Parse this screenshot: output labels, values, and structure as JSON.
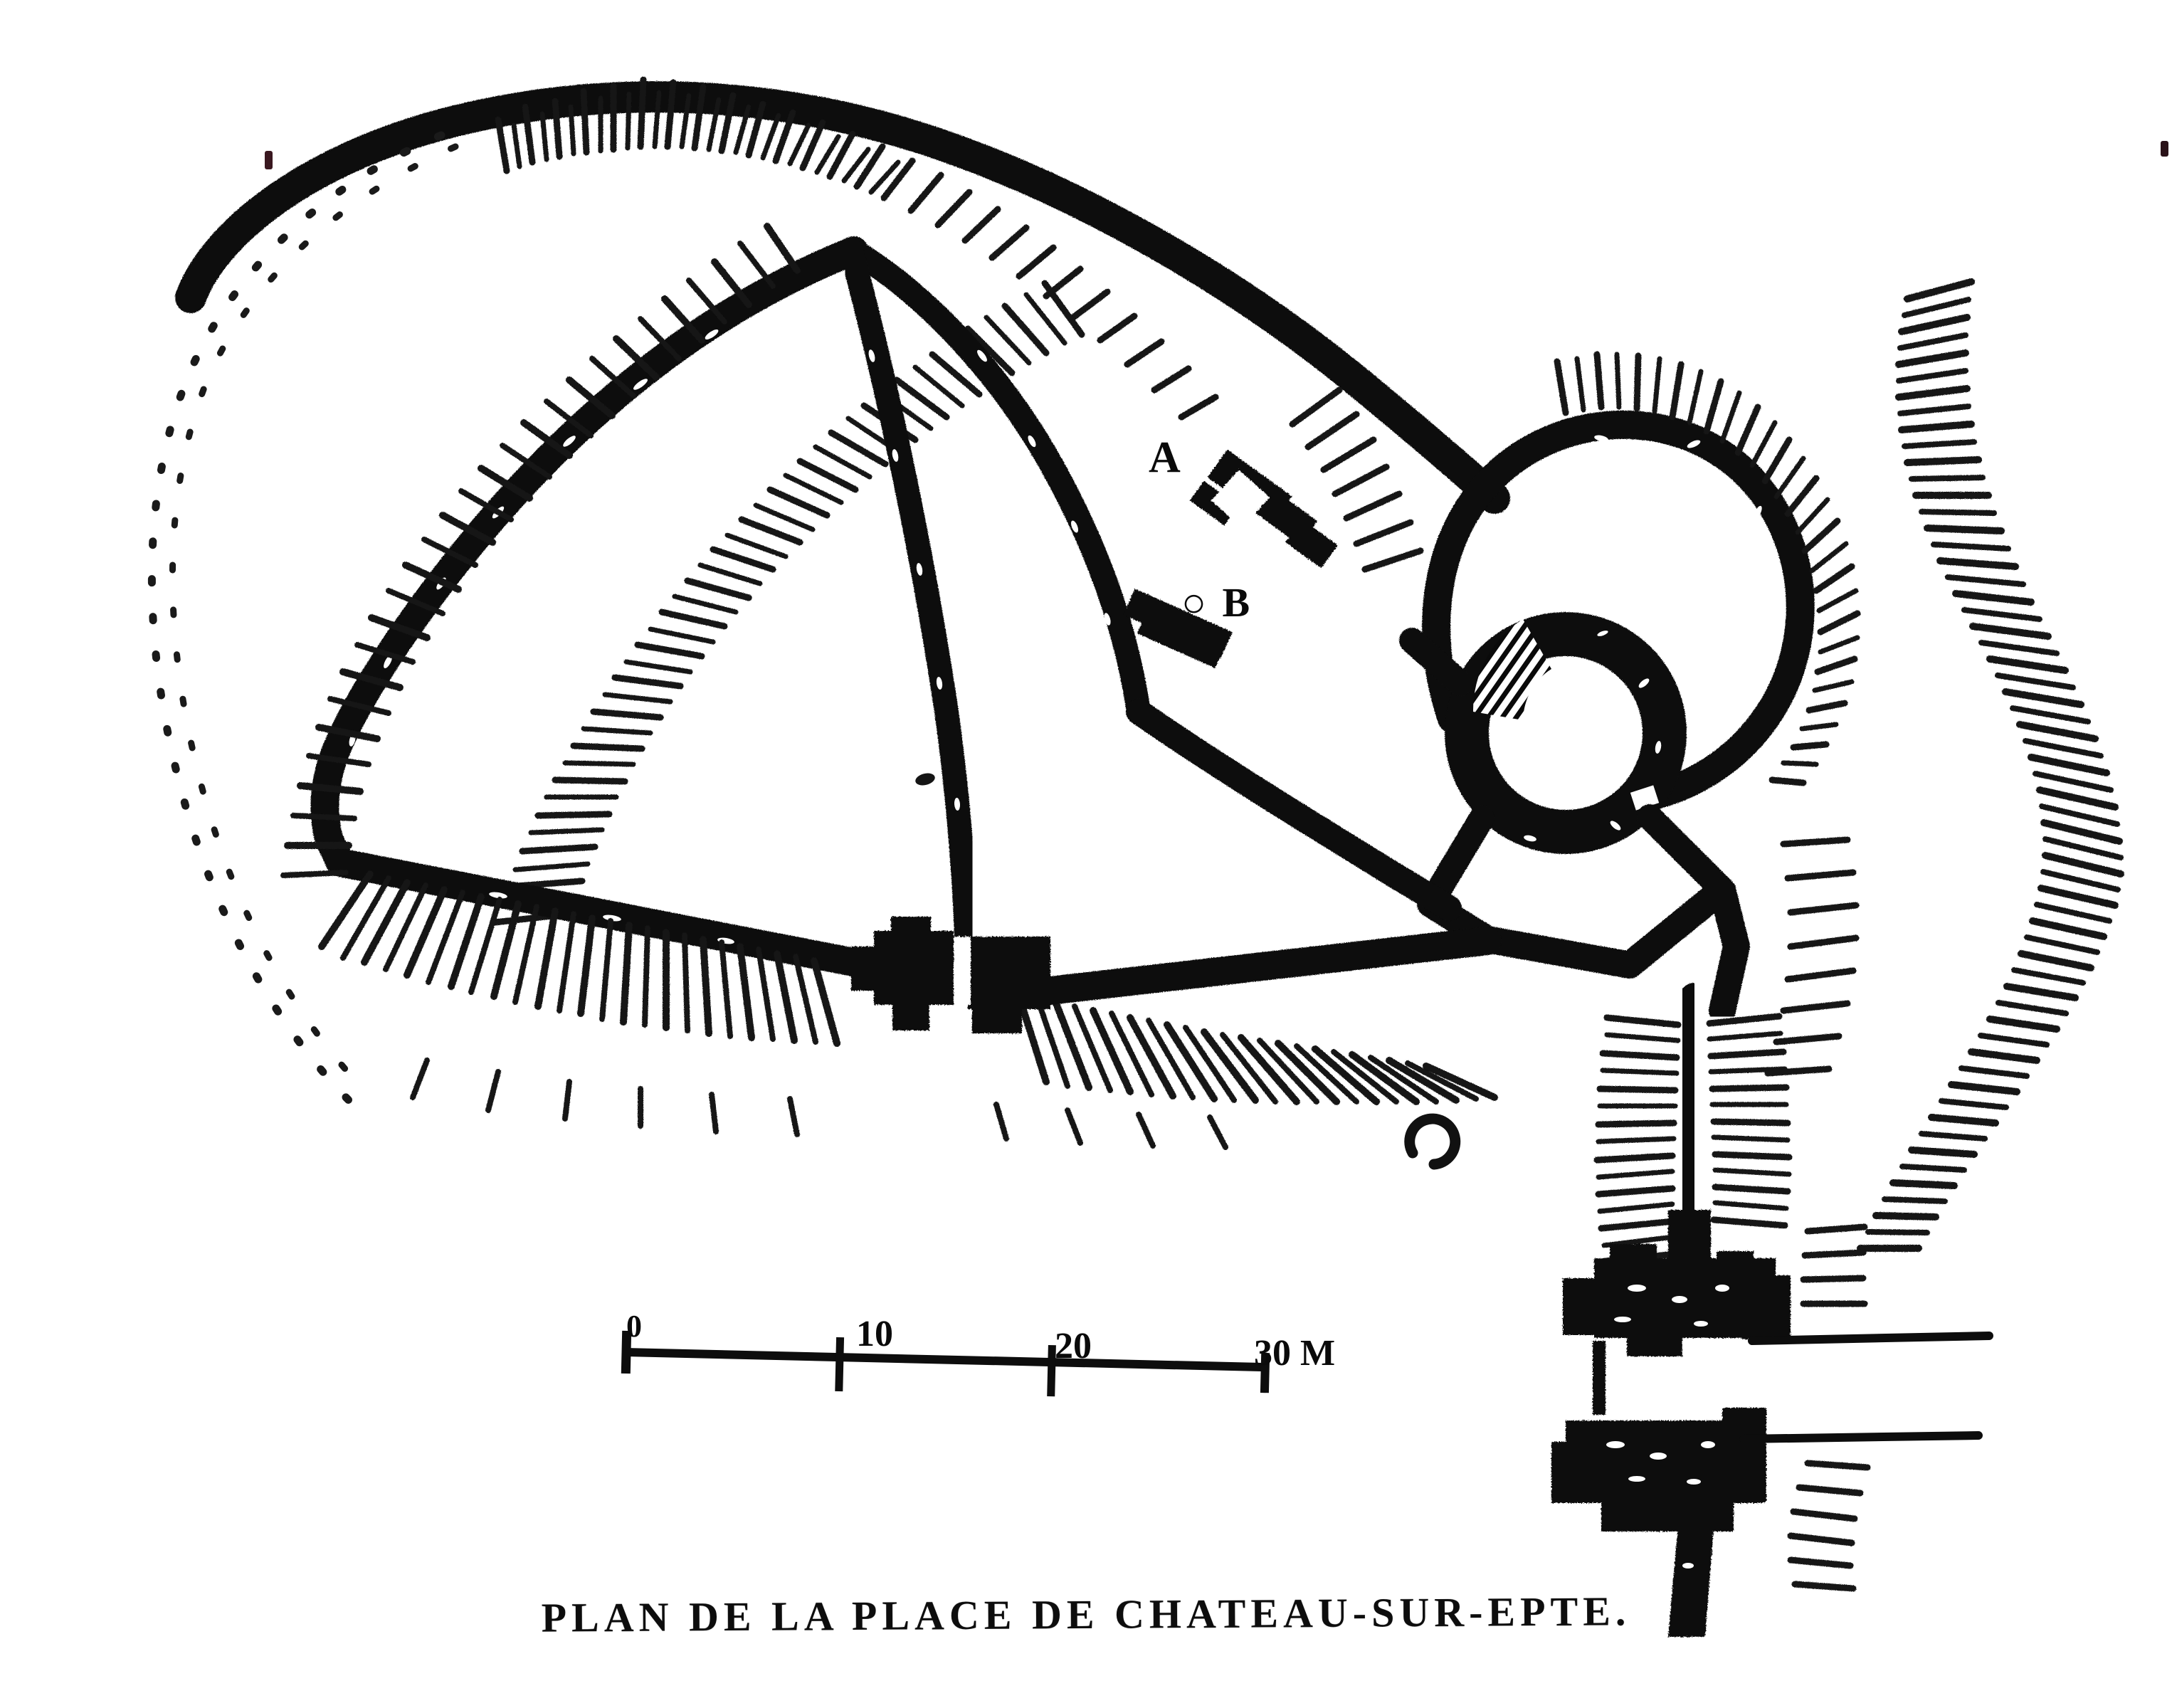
{
  "plate": {
    "caption": "PLAN DE LA PLACE DE CHATEAU-SUR-EPTE.",
    "medium": "line engraving",
    "ink_color": "#0a0a0a",
    "paper_color": "#ffffff"
  },
  "plan_labels": [
    {
      "id": "A",
      "text": "A",
      "meaning": "gate-position-marker-a"
    },
    {
      "id": "B",
      "text": "○ B",
      "meaning": "point-marker-b"
    }
  ],
  "scale": {
    "unit_label": "M",
    "ticks": [
      "0",
      "10",
      "20",
      "30"
    ],
    "tick_texts": {
      "t0": "0",
      "t10": "10",
      "t20": "20",
      "t30": "30 M"
    }
  },
  "features": {
    "outer_rampart": "outer-earthwork-rampart",
    "bailey_curtain": "bailey-curtain-wall",
    "cross_wall": "inner-cross-wall",
    "donjon": "circular-keep-donjon",
    "motte_enceinte": "motte-ring-wall",
    "south_passage": "south-covered-way",
    "south_gatehouse": "south-gatehouse",
    "bailey_gate": "bailey-south-gate",
    "well_marker": "well-marker"
  },
  "chart_data": {
    "type": "map",
    "title": "PLAN DE LA PLACE DE CHATEAU-SUR-EPTE.",
    "scale_bar": {
      "values": [
        0,
        10,
        20,
        30
      ],
      "unit": "M"
    },
    "annotations": [
      "A",
      "B"
    ]
  }
}
